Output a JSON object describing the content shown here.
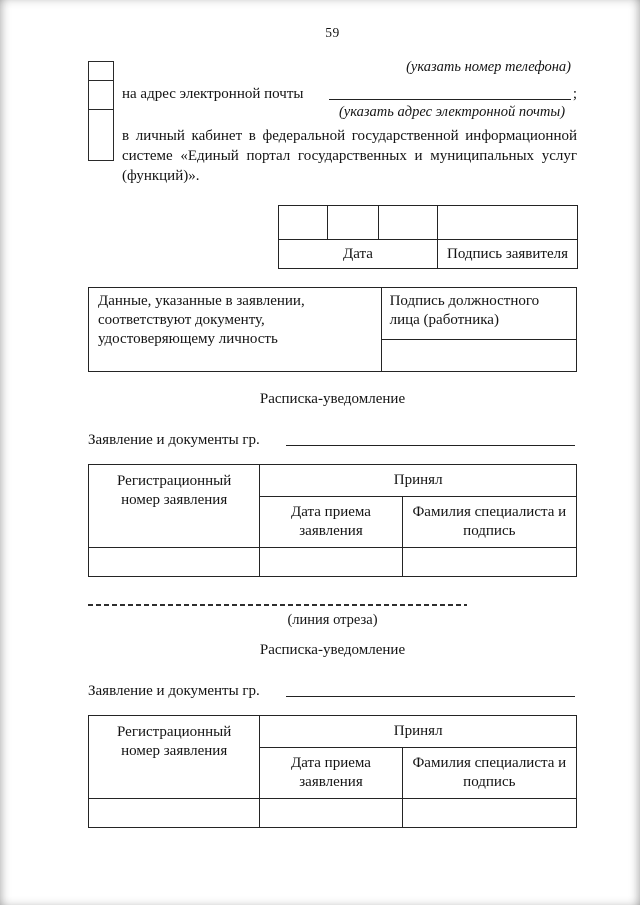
{
  "page": {
    "number": "59"
  },
  "delivery_options": {
    "phone_caption": "(указать номер телефона)",
    "email": {
      "label": "на адрес электронной почты",
      "separator": ";",
      "caption": "(указать адрес электронной почты)"
    },
    "portal": {
      "label": "в личный кабинет в федеральной государственной информационной системе «Единый портал государственных и муниципальных услуг (функций)»."
    }
  },
  "date_signature_table": {
    "date_label": "Дата",
    "signature_label": "Подпись заявителя"
  },
  "identity_check_table": {
    "statement": "Данные, указанные в заявлении,\nсоответствуют документу,\nудостоверяющему личность",
    "official_label": "Подпись должностного лица (работника)"
  },
  "cut_line": {
    "caption": "(линия отреза)"
  },
  "receipts": [
    {
      "heading": "Расписка-уведомление",
      "documents_label": "Заявление и документы гр.",
      "table": {
        "reg_number": "Регистрационный номер заявления",
        "accepted": "Принял",
        "date": "Дата приема заявления",
        "specialist": "Фамилия специалиста и подпись"
      }
    },
    {
      "heading": "Расписка-уведомление",
      "documents_label": "Заявление и документы гр.",
      "table": {
        "reg_number": "Регистрационный номер заявления",
        "accepted": "Принял",
        "date": "Дата приема заявления",
        "specialist": "Фамилия специалиста и подпись"
      }
    }
  ]
}
